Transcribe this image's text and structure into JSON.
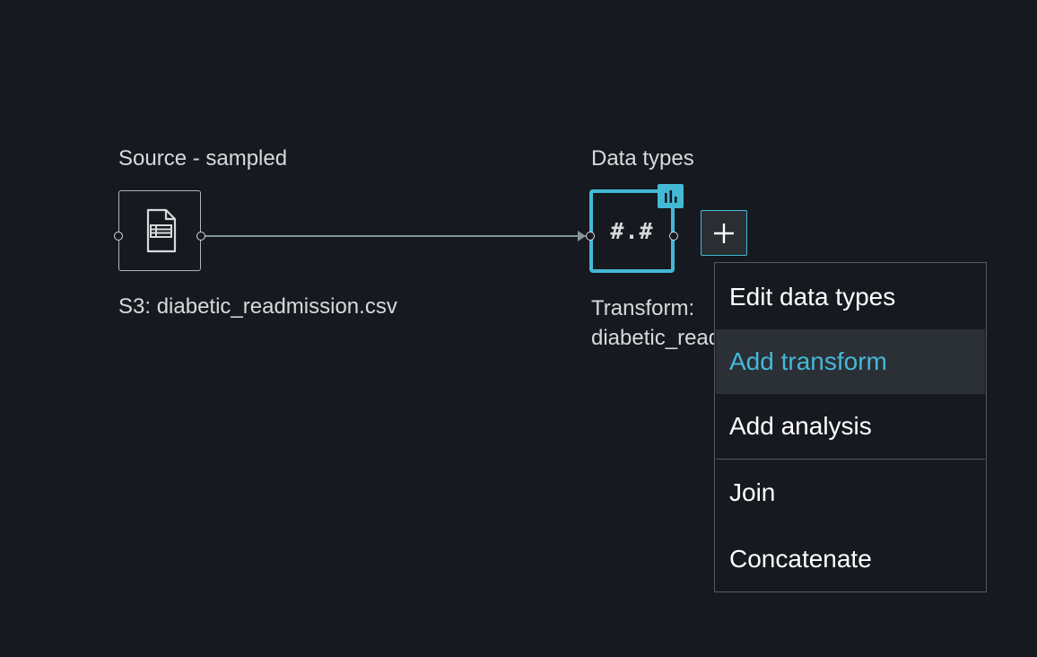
{
  "nodes": {
    "source": {
      "title": "Source - sampled",
      "subtitle": "S3: diabetic_readmission.csv",
      "icon": "document-table-icon"
    },
    "data_types": {
      "title": "Data types",
      "symbol": "#.#",
      "subtitle_line1": "Transform:",
      "subtitle_line2": "diabetic_readmission.csv",
      "badge_icon": "bar-chart-icon"
    }
  },
  "add_step_button": {
    "icon": "plus-icon"
  },
  "context_menu": {
    "items": [
      {
        "label": "Edit data types"
      },
      {
        "label": "Add transform"
      },
      {
        "label": "Add analysis"
      },
      {
        "label": "Join"
      },
      {
        "label": "Concatenate"
      }
    ],
    "highlighted_item": "Add transform"
  },
  "colors": {
    "background": "#16191f",
    "accent": "#44b9d6",
    "text": "#d5dbdb",
    "menu_hover": "#2b2f36",
    "border": "#545b64"
  }
}
